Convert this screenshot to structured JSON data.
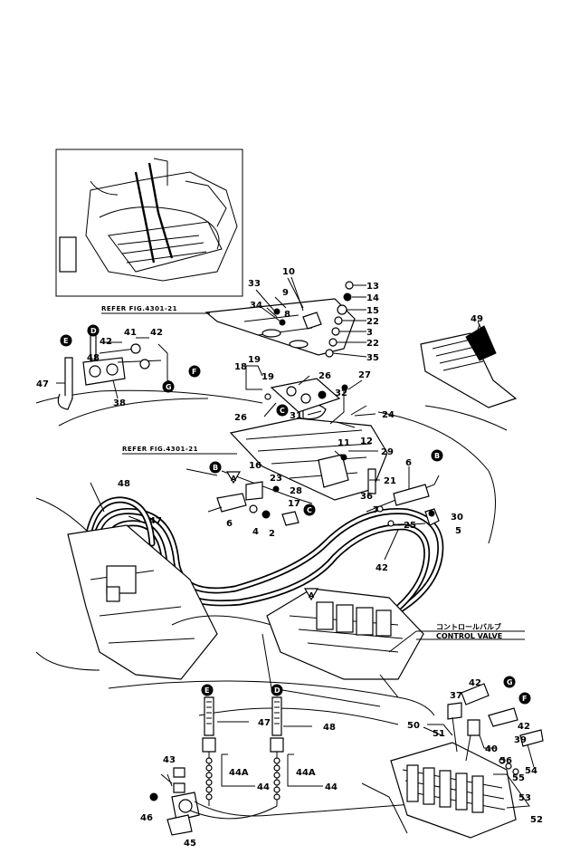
{
  "refer_label_1": "REFER  FIG.4301-21",
  "refer_label_2": "REFER  FIG.4301-21",
  "control_valve_jp": "コントロールバルブ",
  "control_valve_en": "CONTROL VALVE",
  "connector_marks": {
    "A": "A",
    "B": "B",
    "C": "C",
    "D": "D",
    "E": "E",
    "F": "F",
    "G": "G"
  },
  "callouts": {
    "p10": "10",
    "p9": "9",
    "p8": "8",
    "p33": "33",
    "p34": "34",
    "p13": "13",
    "p14": "14",
    "p15": "15",
    "p22a": "22",
    "p3": "3",
    "p22b": "22",
    "p35": "35",
    "p49": "49",
    "p18": "18",
    "p19a": "19",
    "p19b": "19",
    "p26a": "26",
    "p26b": "26",
    "p27": "27",
    "p32": "32",
    "p31": "31",
    "p24": "24",
    "p12": "12",
    "p11": "11",
    "p29": "29",
    "p48a": "48",
    "p41": "41",
    "p42a": "42",
    "p47a": "47",
    "p38": "38",
    "p16": "16",
    "p23": "23",
    "p28": "28",
    "p17": "17",
    "p6a": "6",
    "p4": "4",
    "p2": "2",
    "p21": "21",
    "p6b": "6",
    "p36": "36",
    "p7": "7",
    "p30": "30",
    "p25": "25",
    "p5": "5",
    "p48b": "48",
    "p47b": "47",
    "p42b": "42",
    "p37": "37",
    "p42c": "42",
    "p50": "50",
    "p51": "51",
    "p42d": "42",
    "p40": "40",
    "p39": "39",
    "p56": "56",
    "p55": "55",
    "p54": "54",
    "p53": "53",
    "p52": "52",
    "p47c": "47",
    "p48c": "48",
    "p43": "43",
    "p44a": "44A",
    "p44b": "44",
    "p44c": "44A",
    "p44d": "44",
    "p46": "46",
    "p45": "45"
  }
}
